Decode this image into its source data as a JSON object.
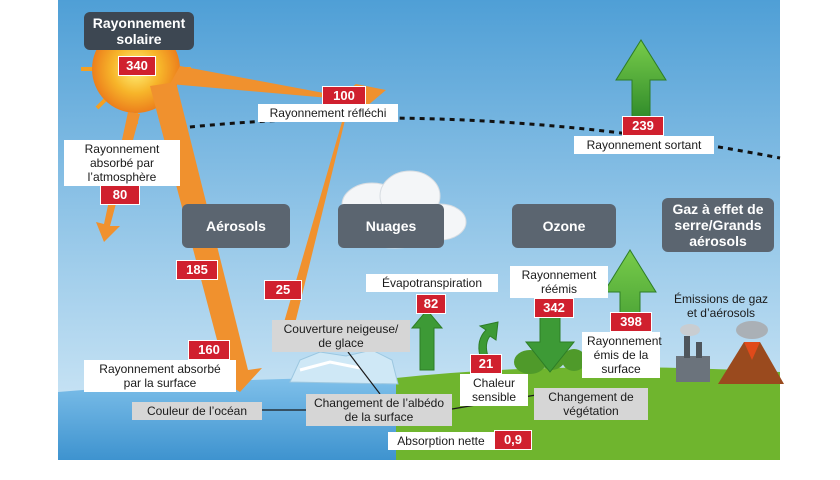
{
  "diagram": {
    "sun": {
      "label": "Rayonnement solaire",
      "value": "340"
    },
    "reflected": {
      "label": "Rayonnement réfléchi",
      "value": "100"
    },
    "outgoing": {
      "label": "Rayonnement sortant",
      "value": "239"
    },
    "absorbed_atmosphere": {
      "label": "Rayonnement absorbé par l’atmosphère",
      "value": "80"
    },
    "value_185": "185",
    "value_25": "25",
    "absorbed_surface": {
      "label": "Rayonnement absorbé par la surface",
      "value": "160"
    },
    "boxes": {
      "aerosols": "Aérosols",
      "nuages": "Nuages",
      "ozone": "Ozone",
      "gaz": "Gaz à effet de serre/Grands aérosols"
    },
    "evapotranspiration": {
      "label": "Évapotranspiration",
      "value": "82"
    },
    "reemitted": {
      "label": "Rayonnement réémis",
      "value": "342"
    },
    "surface_emitted": {
      "label": "Rayonnement émis de la surface",
      "value": "398"
    },
    "emissions": "Émissions de gaz et d’aérosols",
    "snow_cover": "Couverture neigeuse/ de glace",
    "sensible_heat": {
      "label": "Chaleur sensible",
      "value": "21"
    },
    "ocean_color": "Couleur de l’océan",
    "albedo_change": "Changement de l’albédo de la surface",
    "vegetation_change": "Changement de végétation",
    "net_absorption": {
      "label": "Absorption nette",
      "value": "0,9"
    }
  },
  "colors": {
    "sky_top": "#4f9fd6",
    "sky_bottom": "#d8ecf8",
    "ocean": "#4a9fd8",
    "land": "#6fb52e",
    "solar_arrow": "#f0912e",
    "ir_arrow": "#4fb84a",
    "value_box": "#d0202e",
    "grey_box": "#5b6570"
  }
}
